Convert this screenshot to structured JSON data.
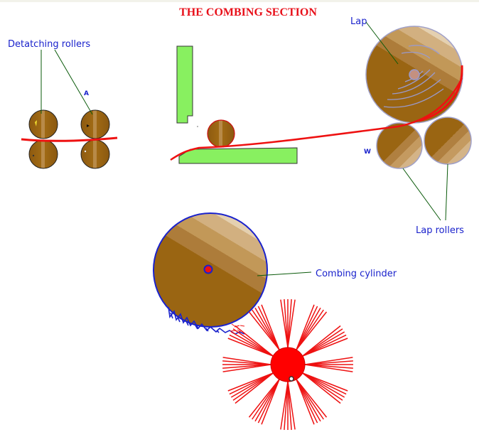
{
  "title": "THE COMBING SECTION",
  "labels": {
    "detaching_rollers": "Detatching rollers",
    "lap": "Lap",
    "lap_rollers": "Lap rollers",
    "combing_cylinder": "Combing cylinder",
    "marker_a": "A",
    "marker_w": "W"
  },
  "colors": {
    "title": "#e8101a",
    "label": "#1a22cc",
    "fibre": "#ee1111",
    "roller_brown": "#9a6512",
    "roller_light": "#c8a878",
    "plate_green": "#88f060",
    "cylinder_outline": "#1a22cc",
    "comb_red": "#ff0000",
    "leader": "#0a5a0a"
  }
}
